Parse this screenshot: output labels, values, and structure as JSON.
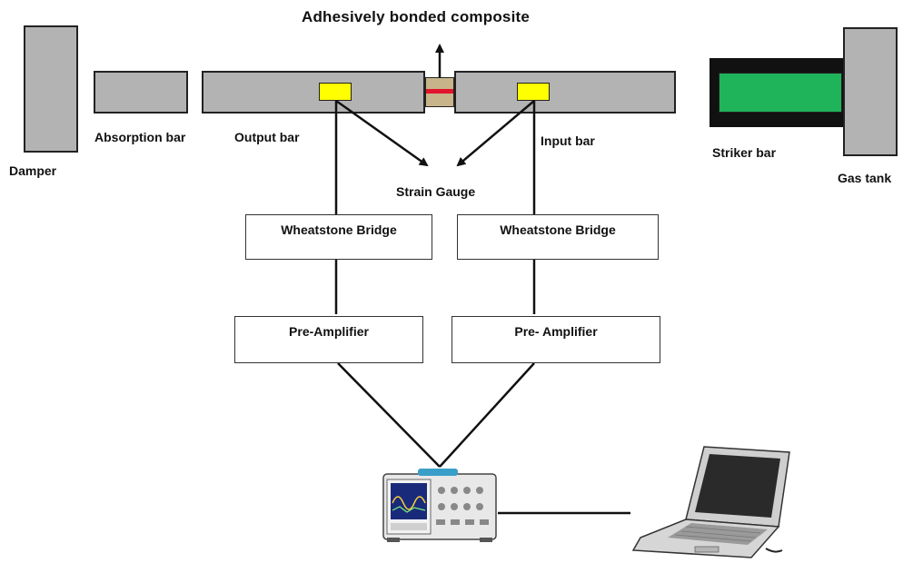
{
  "title": "Adhesively  bonded composite",
  "labels": {
    "damper": "Damper",
    "absorption_bar": "Absorption bar",
    "output_bar": "Output bar",
    "input_bar": "Input bar",
    "striker_bar": "Striker bar",
    "gas_tank": "Gas tank",
    "strain_gauge": "Strain Gauge"
  },
  "boxes": {
    "wheatstone_left": "Wheatstone Bridge",
    "wheatstone_right": "Wheatstone Bridge",
    "preamp_left": "Pre-Amplifier",
    "preamp_right": "Pre- Amplifier"
  },
  "colors": {
    "bar_gray": "#b3b3b3",
    "gauge_yellow": "#ffff00",
    "striker_green": "#1fb35a",
    "adhesive_red": "#e0142c",
    "specimen_tan": "#c8b48a"
  },
  "icons": [
    "oscilloscope-icon",
    "laptop-icon"
  ]
}
